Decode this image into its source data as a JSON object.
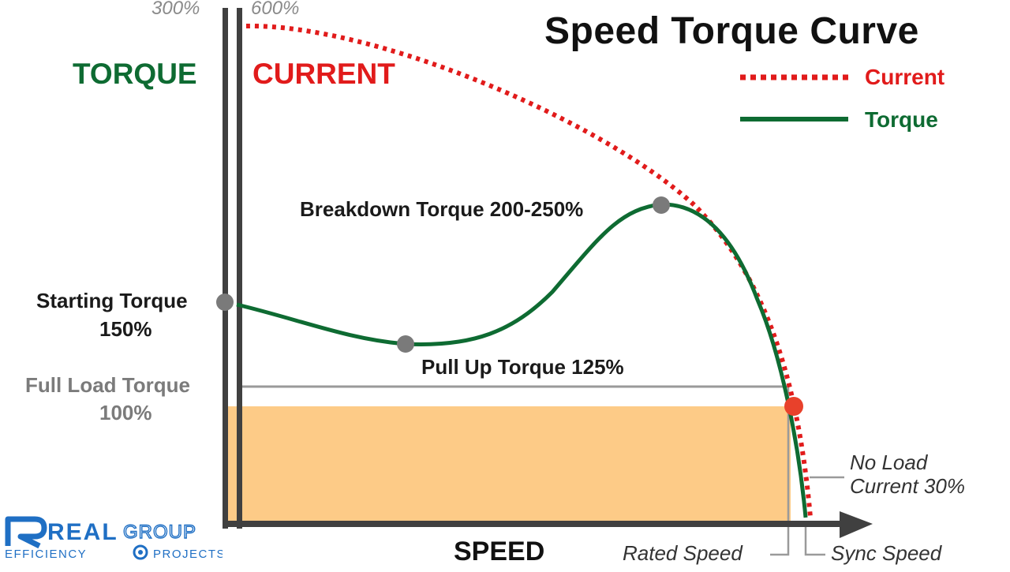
{
  "title": "Speed Torque Curve",
  "legend": {
    "current_label": "Current",
    "torque_label": "Torque"
  },
  "axes": {
    "torque_heading": "TORQUE",
    "current_heading": "CURRENT",
    "torque_scale_max": "300%",
    "current_scale_max": "600%",
    "x_label": "SPEED"
  },
  "annotations": {
    "starting_torque_line1": "Starting Torque",
    "starting_torque_line2": "150%",
    "full_load_line1": "Full Load Torque",
    "full_load_line2": "100%",
    "breakdown": "Breakdown Torque 200-250%",
    "pull_up": "Pull Up Torque 125%",
    "no_load_line1": "No Load",
    "no_load_line2": "Current 30%",
    "rated_speed": "Rated Speed",
    "sync_speed": "Sync Speed"
  },
  "logo": {
    "brand_main": "REAL",
    "brand_sub": "GROUP",
    "tagline_left": "EFFICIENCY",
    "tagline_right": "PROJECTS"
  },
  "colors": {
    "torque": "#0e6b32",
    "current": "#e11b1b",
    "full_load_fill": "#fdcb87",
    "axis": "#404040",
    "marker": "#7a7a7a",
    "rated_marker": "#e8412b",
    "logo_blue": "#1f6fc4"
  }
}
